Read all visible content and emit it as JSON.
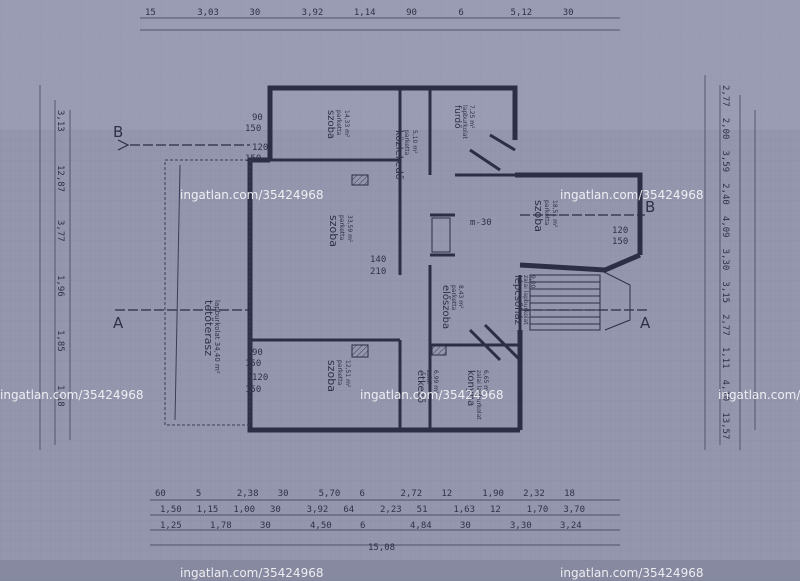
{
  "watermark": "ingatlan.com/35424968",
  "rooms": {
    "terrace": {
      "name": "terasz",
      "prefix": "tető",
      "floor": "lapburkolat",
      "area": "34,40 m²"
    },
    "room_a": {
      "name": "szoba",
      "floor": "parketta",
      "area": "14,33 m²"
    },
    "corridor": {
      "name": "közlekedő",
      "floor": "parketta",
      "area": "5,10 m²"
    },
    "hall": {
      "name": "furdő",
      "floor": "lapburkolat",
      "area": "7,25 m²"
    },
    "room_main": {
      "name": "szoba",
      "floor": "parketta",
      "area": "33,59 m²"
    },
    "room_right": {
      "name": "szoba",
      "floor": "parketta",
      "area": "18,51 m²"
    },
    "anteroom": {
      "name": "előszoba",
      "floor": "parketta",
      "area": "8,43 m²"
    },
    "stairs": {
      "name": "lépcsőház",
      "floor": "zalai lapburkolat",
      "area": "9,00"
    },
    "room_small": {
      "name": "szoba",
      "floor": "parketta",
      "area": "12,51 m²"
    },
    "dining": {
      "name": "étkező",
      "floor": "zalai",
      "area": "6,99 m²"
    },
    "kitchen": {
      "name": "konyha",
      "floor": "zalai lapburkolat",
      "area": "6,65 m²"
    }
  },
  "sections": {
    "b_left": "B",
    "b_right": "B",
    "a_left": "A",
    "a_right": "A"
  },
  "dims_bottom_row1": [
    "60",
    "5",
    "2,38",
    "30",
    "5,70",
    "6",
    "2,72",
    "12",
    "1,90",
    "2,32",
    "18"
  ],
  "dims_bottom_row2": [
    "1,50",
    "1,15",
    "1,00",
    "30",
    "3,92",
    "64",
    "2,23",
    "51",
    "1,63",
    "12",
    "1,70",
    "3,70"
  ],
  "dims_bottom_row3": [
    "1,25",
    "1,78",
    "30",
    "4,50",
    "6",
    "4,84",
    "30",
    "3,30",
    "3,24"
  ],
  "dim_total": "15,08",
  "dims_top": [
    "15",
    "3,03",
    "30",
    "3,92",
    "1,14",
    "90",
    "6",
    "5,12",
    "30"
  ],
  "dims_left": [
    "3,13",
    "12,87",
    "3,77",
    "1,96",
    "1,85",
    "1,18"
  ],
  "dims_right": [
    "2,77",
    "2,00",
    "3,59",
    "2,40",
    "4,09",
    "3,30",
    "3,15",
    "2,77",
    "1,11",
    "4,10",
    "13,57"
  ],
  "openings": [
    "90",
    "150",
    "120",
    "150",
    "140",
    "210",
    "90",
    "150",
    "120",
    "150",
    "m-30",
    "120",
    "150"
  ]
}
